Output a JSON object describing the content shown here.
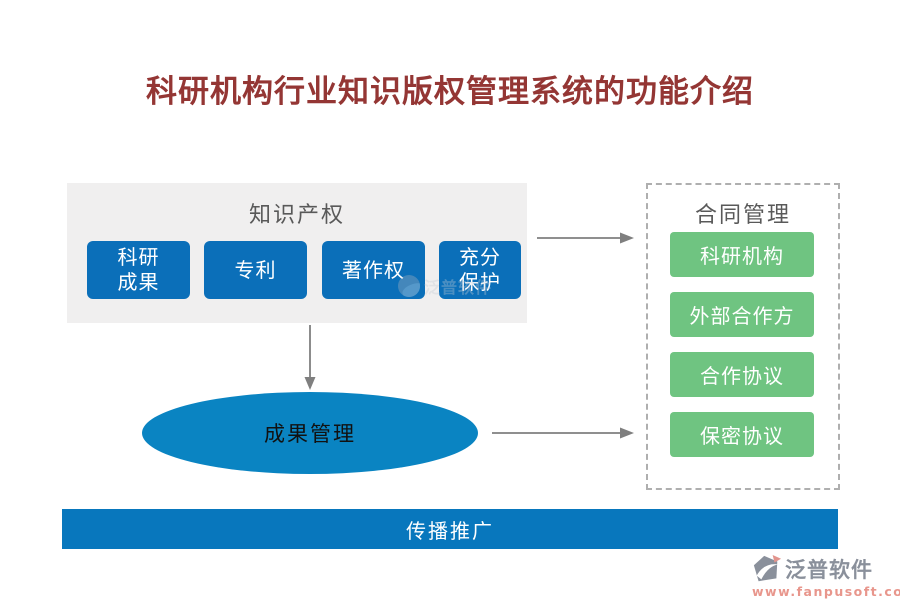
{
  "title": "科研机构行业知识版权管理系统的功能介绍",
  "ip_box": {
    "header": "知识产权",
    "buttons": [
      {
        "label": "科研\n成果"
      },
      {
        "label": "专利"
      },
      {
        "label": "著作权"
      },
      {
        "label": "充分\n保护"
      }
    ]
  },
  "contract_box": {
    "header": "合同管理",
    "buttons": [
      {
        "label": "科研机构"
      },
      {
        "label": "外部合作方"
      },
      {
        "label": "合作协议"
      },
      {
        "label": "保密协议"
      }
    ]
  },
  "results_ellipse": {
    "label": "成果管理"
  },
  "bottom_bar": {
    "label": "传播推广"
  },
  "watermark": {
    "text": "泛普软件"
  },
  "logo": {
    "name": "泛普软件",
    "url": "www.fanpusoft.com"
  },
  "colors": {
    "title_text": "#943634",
    "panel_bg": "#F0EFEF",
    "section_header_text": "#595959",
    "blue_button": "#0B6FB9",
    "green_button": "#6FC481",
    "ellipse_fill": "#0A84C2",
    "bottom_bar_fill": "#0877BD",
    "dashed_border": "#AFAFAF",
    "arrow": "#7F7F7F",
    "logo_gray": "#8A909B",
    "logo_url_salmon": "#E8968C"
  }
}
